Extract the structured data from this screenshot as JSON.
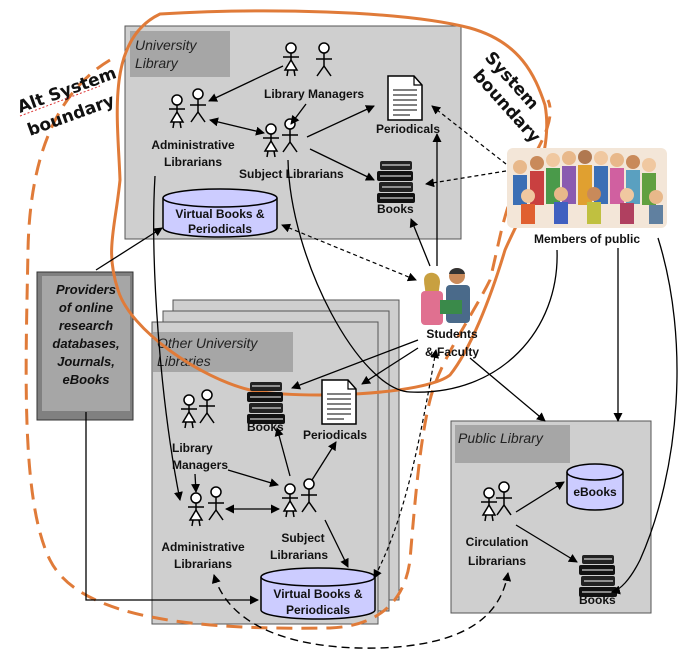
{
  "boundaries": {
    "system": "System boundary",
    "alt": "Alt System boundary"
  },
  "university_library": {
    "title": "University Library",
    "actors": {
      "library_managers": "Library Managers",
      "administrative_librarians": "Administrative Librarians",
      "subject_librarians": "Subject Librarians"
    },
    "resources": {
      "periodicals": "Periodicals",
      "books": "Books",
      "virtual": "Virtual Books & Periodicals"
    }
  },
  "members_of_public": "Members of public",
  "students_faculty": "Students & Faculty",
  "providers": "Providers of online research databases, Journals, eBooks",
  "other_libraries": {
    "title": "Other University Libraries",
    "actors": {
      "library_managers": "Library Managers",
      "administrative_librarians": "Administrative Librarians",
      "subject_librarians": "Subject Librarians"
    },
    "resources": {
      "books": "Books",
      "periodicals": "Periodicals",
      "virtual": "Virtual Books & Periodicals"
    }
  },
  "public_library": {
    "title": "Public Library",
    "actors": {
      "circulation_librarians": "Circulation Librarians"
    },
    "resources": {
      "ebooks": "eBooks",
      "books": "Books"
    }
  },
  "colors": {
    "boundary": "#e07b39",
    "box": "#cfcfcf",
    "box_title": "#a6a6a6",
    "db": "#ccccff"
  }
}
